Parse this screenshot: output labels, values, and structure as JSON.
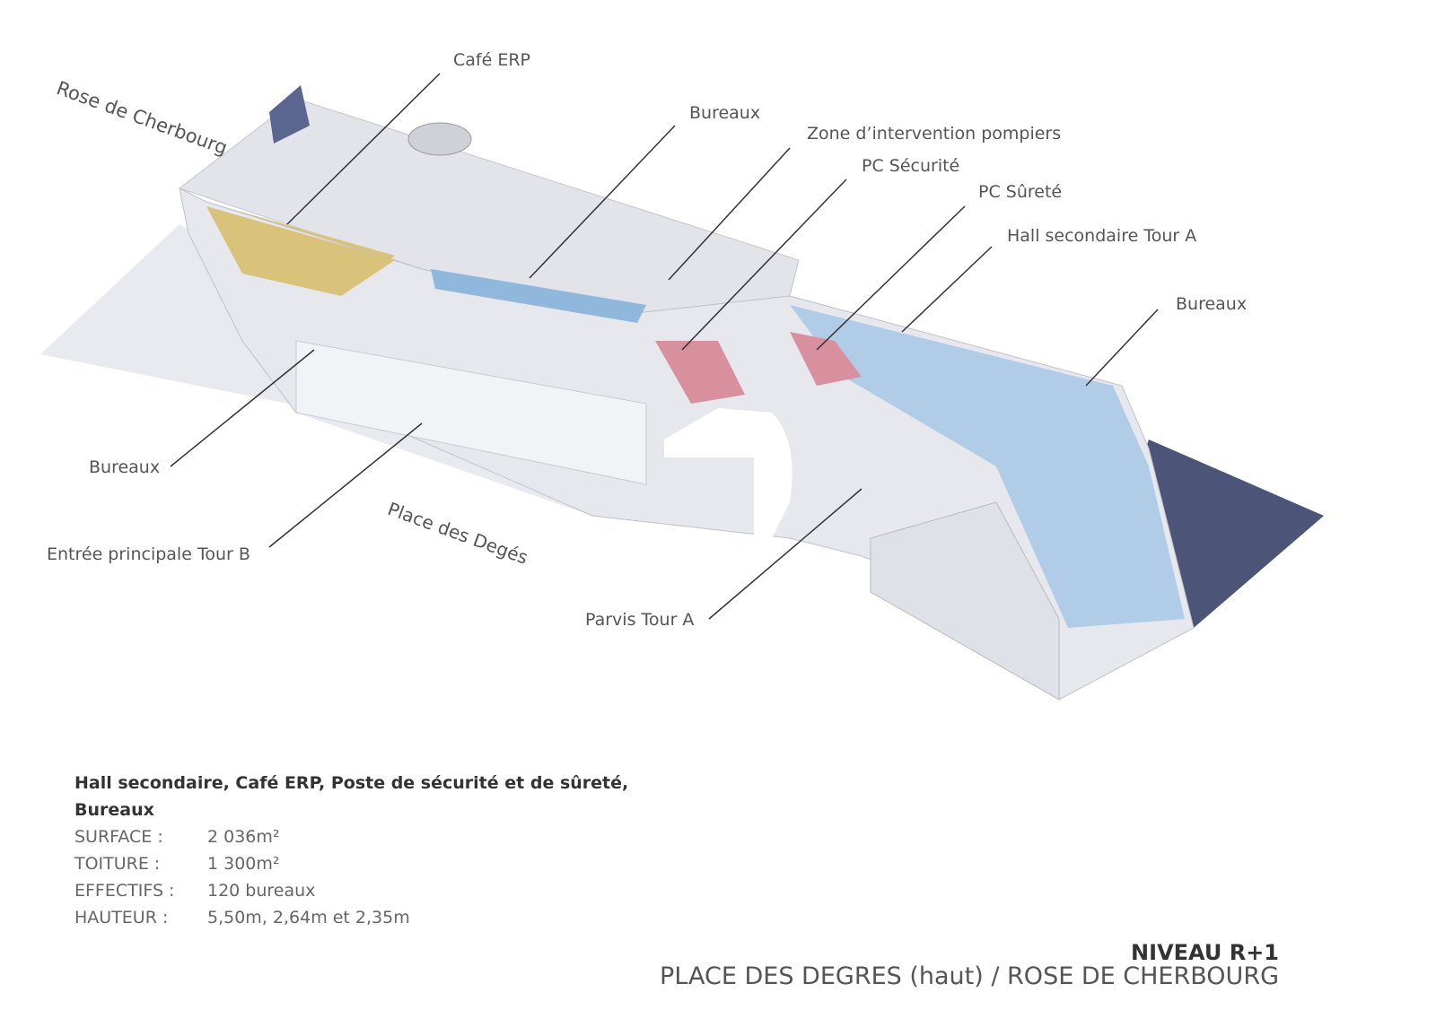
{
  "labels": {
    "rose_de_cherbourg": "Rose de Cherbourg",
    "cafe_erp": "Café ERP",
    "bureaux_top": "Bureaux",
    "zone_pompiers": "Zone d’intervention pompiers",
    "pc_securite": "PC Sécurité",
    "pc_surete": "PC Sûreté",
    "hall_secondaire": "Hall secondaire Tour A",
    "bureaux_right": "Bureaux",
    "bureaux_left": "Bureaux",
    "entree_principale": "Entrée principale Tour B",
    "place_des_deges": "Place des Degés",
    "parvis": "Parvis Tour A"
  },
  "info": {
    "title": "Hall secondaire, Café ERP, Poste de sécurité et de sûreté,",
    "title2": "Bureaux",
    "rows": [
      {
        "k": "SURFACE :",
        "v": "2 036m²"
      },
      {
        "k": "TOITURE :",
        "v": "1 300m²"
      },
      {
        "k": "EFFECTIFS :",
        "v": "120 bureaux"
      },
      {
        "k": "HAUTEUR :",
        "v": "5,50m, 2,64m et 2,35m"
      }
    ]
  },
  "footer": {
    "niveau": "NIVEAU R+1",
    "place": "PLACE DES DEGRES (haut) / ROSE DE CHERBOURG"
  },
  "colors": {
    "office_blue": "#8fb8dc",
    "cafe_yellow": "#d9c37a",
    "security_red": "#d9909e",
    "structure": "#e4e6ec",
    "shadow": "#4a5272"
  }
}
